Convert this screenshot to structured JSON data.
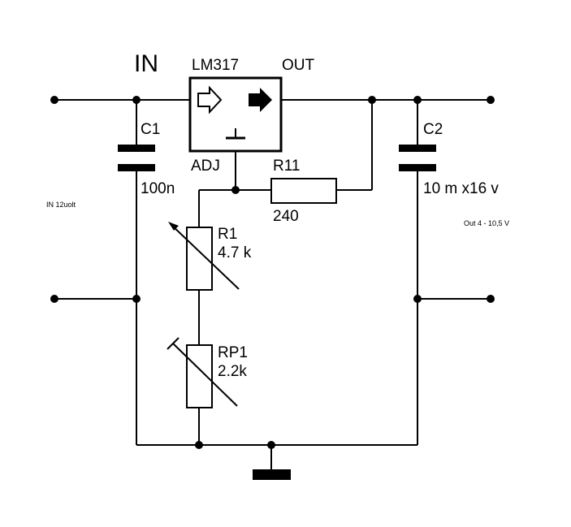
{
  "labels": {
    "input": "IN",
    "regulator": "LM317",
    "output": "OUT",
    "adjust": "ADJ",
    "input_note": "IN 12uolt",
    "output_note": "Out 4 - 10,5 V"
  },
  "components": {
    "c1": {
      "ref": "C1",
      "value": "100n"
    },
    "c2": {
      "ref": "C2",
      "value": "10 m x16 v"
    },
    "r11": {
      "ref": "R11",
      "value": "240"
    },
    "r1": {
      "ref": "R1",
      "value": "4.7 k"
    },
    "rp1": {
      "ref": "RP1",
      "value": "2.2k"
    }
  }
}
